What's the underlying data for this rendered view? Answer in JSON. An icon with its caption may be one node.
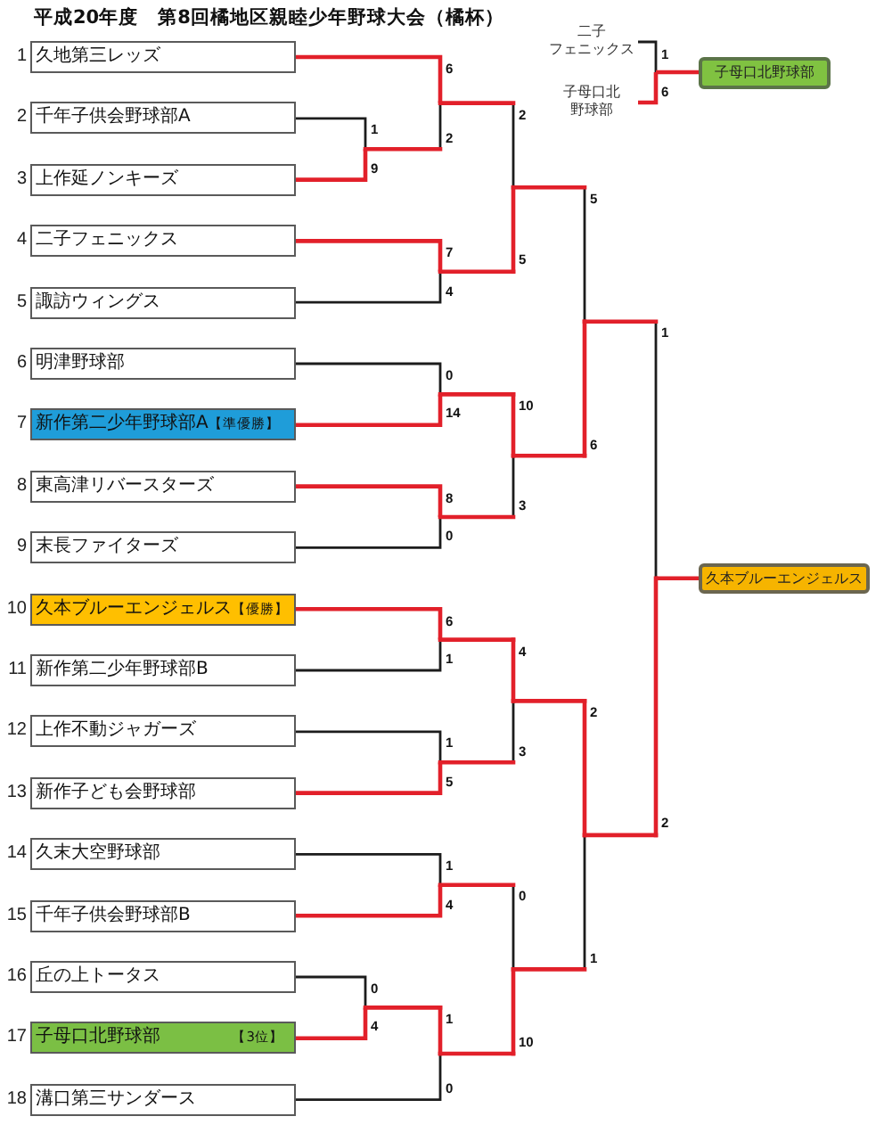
{
  "diagram": {
    "title": "平成20年度　第8回橘地区親睦少年野球大会（橘杯）",
    "nodes": [
      {
        "text": [
          "久地第三レッズ"
        ],
        "beside": [
          "1"
        ]
      },
      {
        "text": [
          "千年子供会野球部A"
        ],
        "beside": [
          "2"
        ]
      },
      {
        "text": [
          "上作延ノンキーズ"
        ],
        "beside": [
          "3"
        ]
      },
      {
        "text": [
          "二子フェニックス"
        ],
        "beside": [
          "4"
        ]
      },
      {
        "text": [
          "諏訪ウィングス"
        ],
        "beside": [
          "5"
        ]
      },
      {
        "text": [
          "明津野球部"
        ],
        "beside": [
          "6"
        ]
      },
      {
        "text": [
          "新作第二少年野球部A",
          "【準優勝】"
        ],
        "beside": [
          "7"
        ]
      },
      {
        "text": [
          "東高津リバースターズ"
        ],
        "beside": [
          "8"
        ]
      },
      {
        "text": [
          "末長ファイターズ"
        ],
        "beside": [
          "9"
        ]
      },
      {
        "text": [
          "久本ブルーエンジェルス",
          "【優勝】"
        ],
        "beside": [
          "10"
        ]
      },
      {
        "text": [
          "新作第二少年野球部B"
        ],
        "beside": [
          "11"
        ]
      },
      {
        "text": [
          "上作不動ジャガーズ"
        ],
        "beside": [
          "12"
        ]
      },
      {
        "text": [
          "新作子ども会野球部"
        ],
        "beside": [
          "13"
        ]
      },
      {
        "text": [
          "久末大空野球部"
        ],
        "beside": [
          "14"
        ]
      },
      {
        "text": [
          "千年子供会野球部B"
        ],
        "beside": [
          "15"
        ]
      },
      {
        "text": [
          "丘の上トータス"
        ],
        "beside": [
          "16"
        ]
      },
      {
        "text": [
          "子母口北野球部",
          "【3位】"
        ],
        "beside": [
          "17"
        ]
      },
      {
        "text": [
          "溝口第三サンダース"
        ],
        "beside": [
          "18"
        ]
      },
      {
        "text": [
          "二子フェニックス"
        ]
      },
      {
        "text": [
          "子母口北野球部"
        ]
      },
      {
        "text": [
          "子母口北野球部"
        ]
      },
      {
        "text": [
          "久本ブルーエンジェルス"
        ]
      }
    ],
    "edges": [
      {
        "from": 0,
        "to": 21,
        "arrow": "none"
      },
      {
        "from": 1,
        "to": 21,
        "arrow": "none"
      },
      {
        "from": 2,
        "to": 21,
        "arrow": "none"
      },
      {
        "from": 3,
        "to": 21,
        "arrow": "none"
      },
      {
        "from": 4,
        "to": 21,
        "arrow": "none"
      },
      {
        "from": 5,
        "to": 21,
        "arrow": "none"
      },
      {
        "from": 6,
        "to": 21,
        "arrow": "none"
      },
      {
        "from": 7,
        "to": 21,
        "arrow": "none"
      },
      {
        "from": 8,
        "to": 21,
        "arrow": "none"
      },
      {
        "from": 9,
        "to": 21,
        "arrow": "none",
        "color": "#e2202a"
      },
      {
        "from": 10,
        "to": 21,
        "arrow": "none",
        "color": "#e2202a"
      },
      {
        "from": 11,
        "to": 21,
        "arrow": "none",
        "color": "#e2202a"
      },
      {
        "from": 12,
        "to": 21,
        "arrow": "none",
        "color": "#e2202a"
      },
      {
        "from": 13,
        "to": 21,
        "arrow": "none",
        "color": "#e2202a"
      },
      {
        "from": 14,
        "to": 21,
        "arrow": "none",
        "color": "#e2202a"
      },
      {
        "from": 15,
        "to": 21,
        "arrow": "none",
        "color": "#e2202a"
      },
      {
        "from": 16,
        "to": 21,
        "arrow": "none",
        "color": "#e2202a"
      },
      {
        "from": 17,
        "to": 21,
        "arrow": "none",
        "color": "#e2202a"
      },
      {
        "from": 18,
        "to": 20,
        "arrow": "none"
      },
      {
        "from": 19,
        "to": 20,
        "arrow": "none",
        "color": "#e2202a"
      }
    ],
    "labels": [
      "1",
      "6",
      "6",
      "2",
      "1",
      "2",
      "9",
      "5",
      "7",
      "5",
      "4",
      "1",
      "0",
      "10",
      "14",
      "6",
      "8",
      "3",
      "0",
      "6",
      "4",
      "1",
      "2",
      "1",
      "3",
      "5",
      "2",
      "1",
      "0",
      "4",
      "1",
      "0",
      "1",
      "4",
      "10",
      "0"
    ]
  }
}
